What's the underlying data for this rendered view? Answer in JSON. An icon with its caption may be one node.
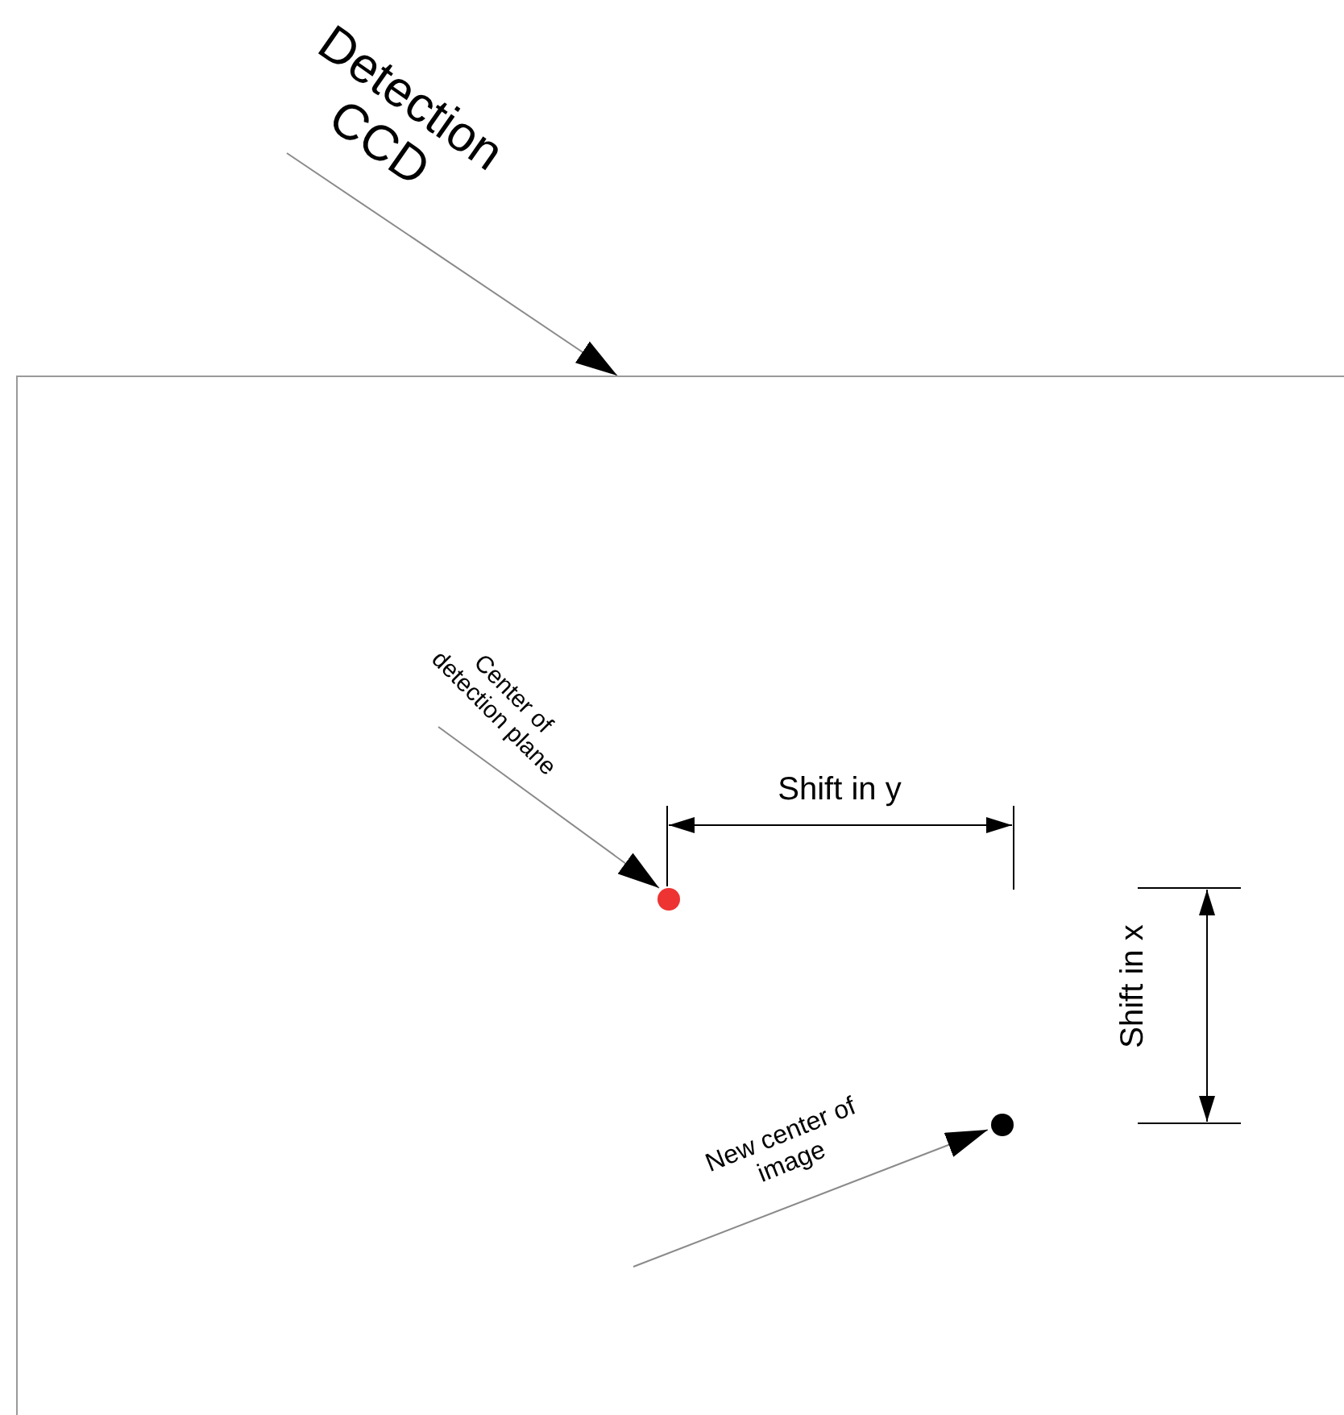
{
  "diagram": {
    "nodes": [
      {
        "text": [
          "Detection CCD"
        ]
      },
      {
        "text": [],
        "shape": "box"
      },
      {
        "text": [
          "Center of detection plane"
        ],
        "in": 1
      },
      {
        "text": [],
        "shape": "circle",
        "in": 1
      },
      {
        "text": [
          "New center of image"
        ],
        "in": 1
      },
      {
        "text": [],
        "shape": "circle",
        "in": 1
      }
    ],
    "edges": [
      {
        "from": 0,
        "to": 1,
        "arrow": "to"
      },
      {
        "from": 2,
        "to": 3,
        "arrow": "to"
      },
      {
        "from": 4,
        "to": 5,
        "arrow": "to"
      }
    ],
    "labels": [
      "Shift in y",
      "Shift in x"
    ]
  }
}
